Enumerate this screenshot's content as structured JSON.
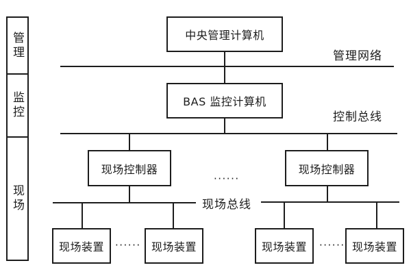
{
  "diagram": {
    "background": "#ffffff",
    "line_color": "#1c1c1c",
    "sidebar": {
      "levels": [
        {
          "label": "管理"
        },
        {
          "label": "监控"
        },
        {
          "label": "现场"
        }
      ]
    },
    "nodes": {
      "central_computer": "中央管理计算机",
      "bas_computer": "BAS 监控计算机",
      "field_controller_left": "现场控制器",
      "field_controller_right": "现场控制器",
      "field_device_1": "现场装置",
      "field_device_2": "现场装置",
      "field_device_3": "现场装置",
      "field_device_4": "现场装置"
    },
    "bus_labels": {
      "management_network": "管理网络",
      "control_bus": "控制总线",
      "field_bus": "现场总线"
    },
    "ellipsis": {
      "between_controllers": "······",
      "between_devices_left": "······",
      "between_devices_right": "······"
    }
  }
}
